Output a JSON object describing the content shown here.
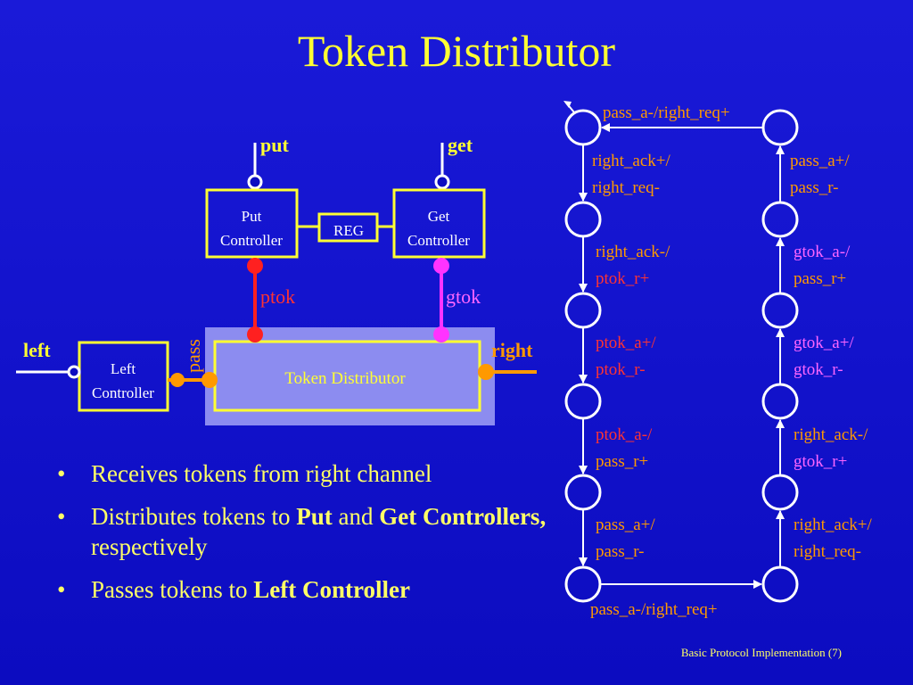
{
  "title": "Token Distributor",
  "diagram": {
    "put_label": "put",
    "get_label": "get",
    "put_controller": [
      "Put",
      "Controller"
    ],
    "get_controller": [
      "Get",
      "Controller"
    ],
    "reg": "REG",
    "ptok": "ptok",
    "gtok": "gtok",
    "pass": "pass",
    "left": "left",
    "right": "right",
    "left_controller": [
      "Left",
      "Controller"
    ],
    "token_distributor": "Token Distributor"
  },
  "fsm": {
    "top_label": "pass_a-/right_req+",
    "bottom_label": "pass_a-/right_req+",
    "left_transitions": [
      [
        "right_ack+/",
        "right_req-"
      ],
      [
        "right_ack-/",
        "ptok_r+"
      ],
      [
        "ptok_a+/",
        "ptok_r-"
      ],
      [
        "ptok_a-/",
        "pass_r+"
      ],
      [
        "pass_a+/",
        "pass_r-"
      ]
    ],
    "right_transitions": [
      [
        "pass_a+/",
        "pass_r-"
      ],
      [
        "gtok_a-/",
        "pass_r+"
      ],
      [
        "gtok_a+/",
        "gtok_r-"
      ],
      [
        "right_ack-/",
        "gtok_r+"
      ],
      [
        "right_ack+/",
        "right_req-"
      ]
    ]
  },
  "bullets": [
    {
      "parts": [
        {
          "text": "Receives tokens from right channel",
          "bold": false
        }
      ]
    },
    {
      "parts": [
        {
          "text": "Distributes tokens to ",
          "bold": false
        },
        {
          "text": "Put",
          "bold": true
        },
        {
          "text": " and ",
          "bold": false
        },
        {
          "text": "Get Controllers,",
          "bold": true
        },
        {
          "text": " respectively",
          "bold": false
        }
      ]
    },
    {
      "parts": [
        {
          "text": "Passes tokens to ",
          "bold": false
        },
        {
          "text": "Left Controller",
          "bold": true
        }
      ]
    }
  ],
  "footer": "Basic Protocol Implementation (7)",
  "colors": {
    "yellow": "#ffff33",
    "red": "#ff2020",
    "magenta": "#ff33ff",
    "orange": "#ff9900",
    "white": "#ffffff",
    "td_box_fill": "#8c8cf0"
  }
}
